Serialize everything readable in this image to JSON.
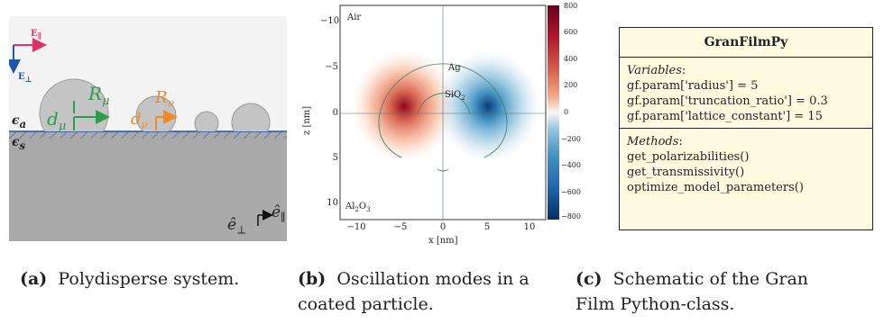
{
  "panel_a": {
    "vec_par": "E",
    "vec_par_sub": "∥",
    "vec_perp": "E",
    "vec_perp_sub": "⊥",
    "eps_a": "ϵ",
    "eps_a_sub": "a",
    "eps_s": "ϵ",
    "eps_s_sub": "s",
    "r_mu": "R",
    "r_mu_sub": "μ",
    "d_mu": "d",
    "d_mu_sub": "μ",
    "r_nu": "R",
    "r_nu_sub": "ν",
    "d_nu": "d",
    "d_nu_sub": "ν",
    "e_perp": "ê",
    "e_perp_sub": "⊥",
    "e_par": "ê",
    "e_par_sub": "∥",
    "colors": {
      "background": "#f3f3f3",
      "substrate": "#a9a9a9",
      "particle": "#c4c4c4",
      "green": "#2e9e4a",
      "orange": "#f08a24",
      "pink": "#e0306a",
      "blue": "#2255aa"
    }
  },
  "panel_b": {
    "ylabel": "z [nm]",
    "xlabel": "x [nm]",
    "x_ticks": [
      "−10",
      "−5",
      "0",
      "5",
      "10"
    ],
    "y_ticks": [
      "−10",
      "−5",
      "0",
      "5",
      "10"
    ],
    "label_air": "Air",
    "label_ag": "Ag",
    "label_sio2": "SiO",
    "label_sio2_sub": "2",
    "label_al2o3": "Al",
    "label_al2o3_sub1": "2",
    "label_al2o3_mid": "O",
    "label_al2o3_sub2": "3",
    "colorbar_ticks": [
      "800",
      "600",
      "400",
      "200",
      "0",
      "−200",
      "−400",
      "−600",
      "−800"
    ],
    "colors": {
      "positive": "#b2182b",
      "negative": "#2166ac"
    }
  },
  "panel_c": {
    "title": "GranFilmPy",
    "variables_head": "Variables",
    "variables": [
      "gf.param['radius'] = 5",
      "gf.param['truncation_ratio'] = 0.3",
      "gf.param['lattice_constant'] = 15"
    ],
    "methods_head": "Methods",
    "methods": [
      "get_polarizabilities()",
      "get_transmissivity()",
      "optimize_model_parameters()"
    ],
    "colors": {
      "fill": "#fffbe0"
    }
  },
  "captions": {
    "a_tag": "(a)",
    "a_text": "Polydisperse system.",
    "b_tag": "(b)",
    "b_text_1": "Oscillation modes in a",
    "b_text_2": "coated particle.",
    "c_tag": "(c)",
    "c_text_1": "Schematic of the Gran",
    "c_text_2": "Film Python-class."
  }
}
